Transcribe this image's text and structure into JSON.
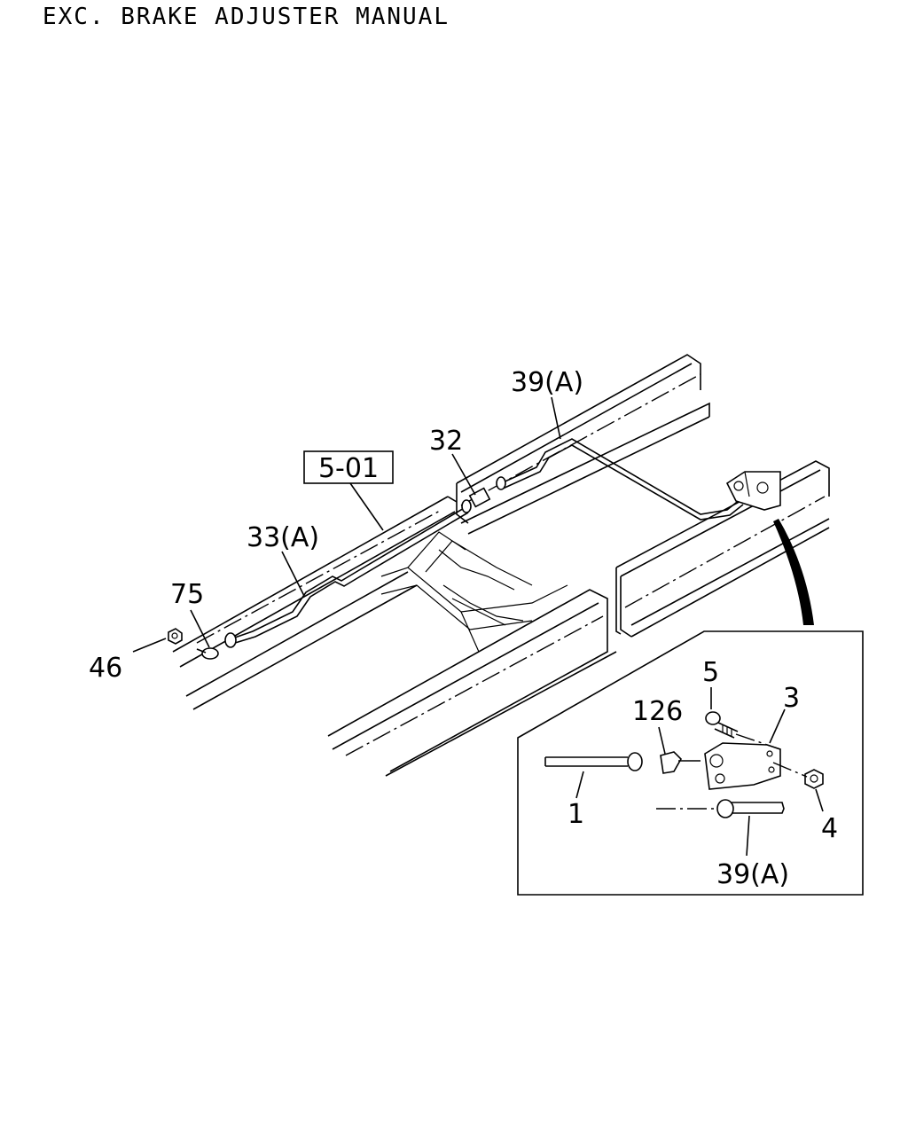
{
  "heading": "EXC. BRAKE ADJUSTER MANUAL",
  "reference": "5-01",
  "callouts": {
    "c39a_main": "39(A)",
    "c32": "32",
    "c33a": "33(A)",
    "c75": "75",
    "c46": "46",
    "c5": "5",
    "c3": "3",
    "c126": "126",
    "c1": "1",
    "c4": "4",
    "c39a_detail": "39(A)"
  }
}
